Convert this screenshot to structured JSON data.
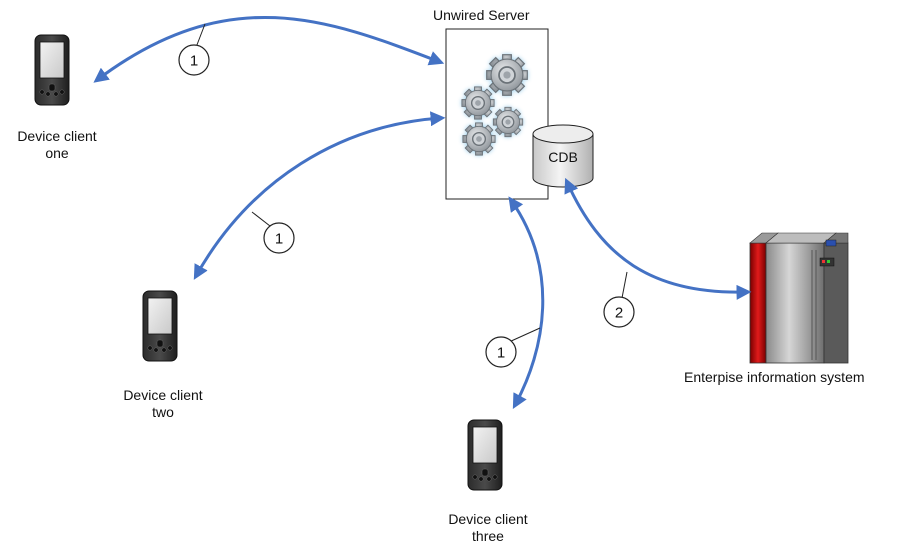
{
  "server": {
    "title": "Unwired Server",
    "db_label": "CDB"
  },
  "devices": [
    {
      "line1": "Device client",
      "line2": "one"
    },
    {
      "line1": "Device client",
      "line2": "two"
    },
    {
      "line1": "Device client",
      "line2": "three"
    }
  ],
  "eis": {
    "label": "Enterpise information system"
  },
  "callouts": [
    "1",
    "1",
    "1",
    "2"
  ],
  "colors": {
    "arrow": "#4472c4",
    "eis_red": "#cc1111",
    "gear": "#9aa0a6"
  }
}
